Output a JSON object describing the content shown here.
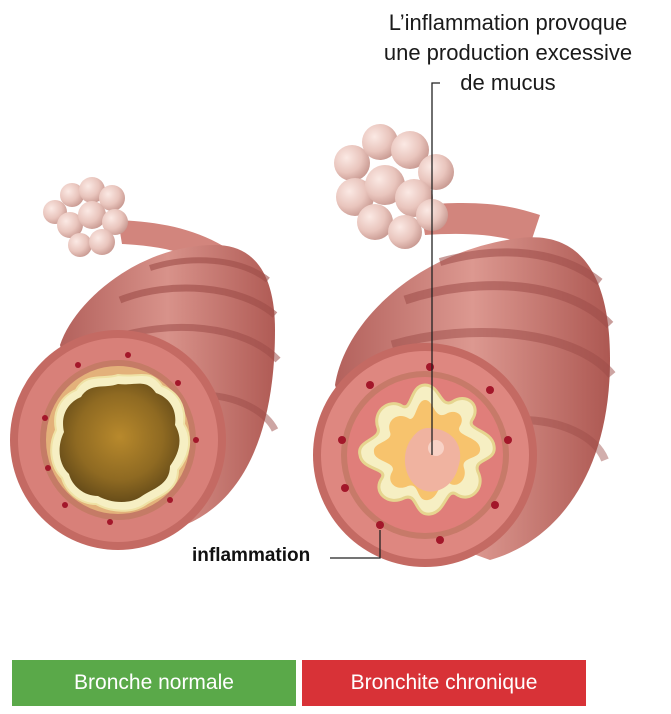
{
  "annotations": {
    "mucus_line1": "L’inflammation provoque",
    "mucus_line2": "une production excessive",
    "mucus_line3": "de mucus",
    "inflammation": "inflammation"
  },
  "labels": {
    "normal": "Bronche normale",
    "chronic": "Bronchite chronique"
  },
  "colors": {
    "normal": "#5aa949",
    "chronic": "#d83237",
    "tissue": "#c46a63",
    "mucus": "#f0b3a0"
  }
}
